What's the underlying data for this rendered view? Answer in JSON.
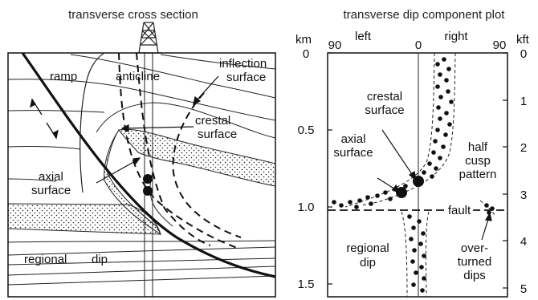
{
  "left_panel": {
    "title": "transverse cross section",
    "labels": {
      "ramp": "ramp",
      "anticline": "anticline",
      "inflection": "inflection surface",
      "crestal": "crestal surface",
      "axial": "axial surface",
      "regional": "regional",
      "dip": "dip"
    }
  },
  "right_panel": {
    "title": "transverse dip component plot",
    "left_axis_unit": "km",
    "right_axis_unit": "kft",
    "top_direction_left": "left",
    "top_direction_right": "right",
    "top_ticks": [
      "90",
      "0",
      "90"
    ],
    "km_ticks": [
      "0",
      "0.5",
      "1.0",
      "1.5"
    ],
    "kft_ticks": [
      "0",
      "1",
      "2",
      "3",
      "4",
      "5"
    ],
    "labels": {
      "crestal": "crestal surface",
      "axial": "axial surface",
      "half_cusp": "half cusp pattern",
      "fault": "fault",
      "regional_dip": "regional dip",
      "overturned": "over- turned dips"
    }
  }
}
